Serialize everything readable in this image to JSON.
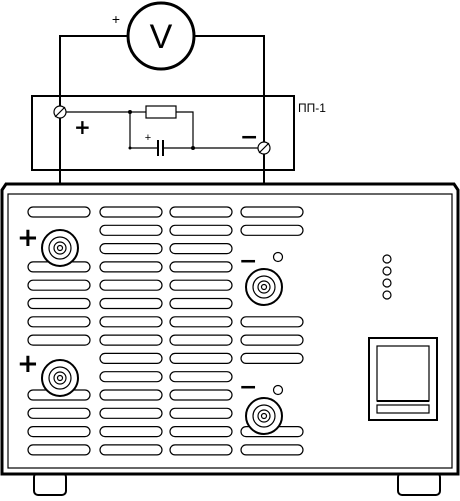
{
  "meter": {
    "symbol": "V",
    "polarity_plus": "+"
  },
  "board": {
    "label": "ПП-1",
    "plus": "+",
    "minus": "−",
    "cap_plus": "+"
  },
  "device": {
    "left_top_sign": "+",
    "left_bottom_sign": "+",
    "right_top_sign": "−",
    "right_bottom_sign": "−",
    "indicator_count": 4
  },
  "colors": {
    "ink": "#000000",
    "paper": "#ffffff"
  }
}
